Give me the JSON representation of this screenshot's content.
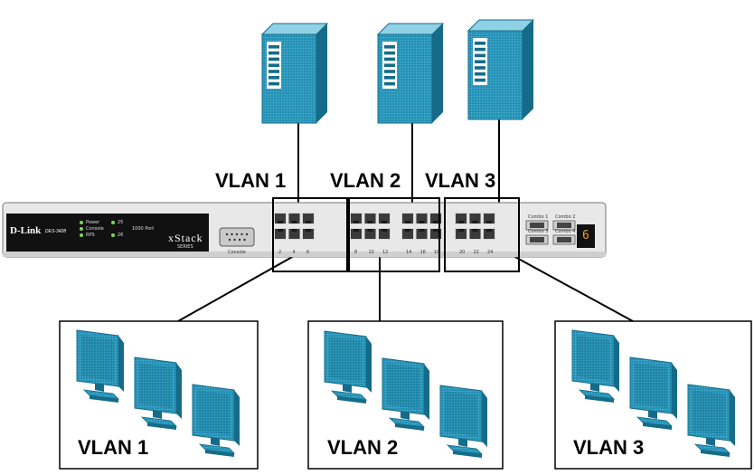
{
  "top_labels": [
    "VLAN 1",
    "VLAN 2",
    "VLAN 3"
  ],
  "group_labels": [
    "VLAN 1",
    "VLAN 2",
    "VLAN 3"
  ],
  "switch": {
    "brand": "D-Link",
    "model": "DES-3428",
    "series": "xStack",
    "series_sub": "SERIES",
    "leds": [
      "Power",
      "Console",
      "RPS"
    ],
    "uplink_leds": [
      "25",
      "26"
    ],
    "uplink_caption": "1000 Port",
    "console_label": "Console",
    "port_numbers": [
      "2",
      "4",
      "6",
      "8",
      "10",
      "12",
      "14",
      "16",
      "18",
      "20",
      "22",
      "24"
    ],
    "combo_labels": [
      "Combo 1",
      "Combo 2",
      "Combo 3",
      "Combo 4"
    ],
    "unit_id": "6"
  },
  "colors": {
    "device_fill": "#2592b6",
    "device_dark": "#156b88",
    "device_light": "#8fd2e6",
    "switch_body": "#e6e6e6",
    "switch_face": "#111111"
  },
  "icons": {
    "server": "server-tower-icon",
    "workstation": "monitor-icon",
    "switch": "network-switch-icon"
  }
}
